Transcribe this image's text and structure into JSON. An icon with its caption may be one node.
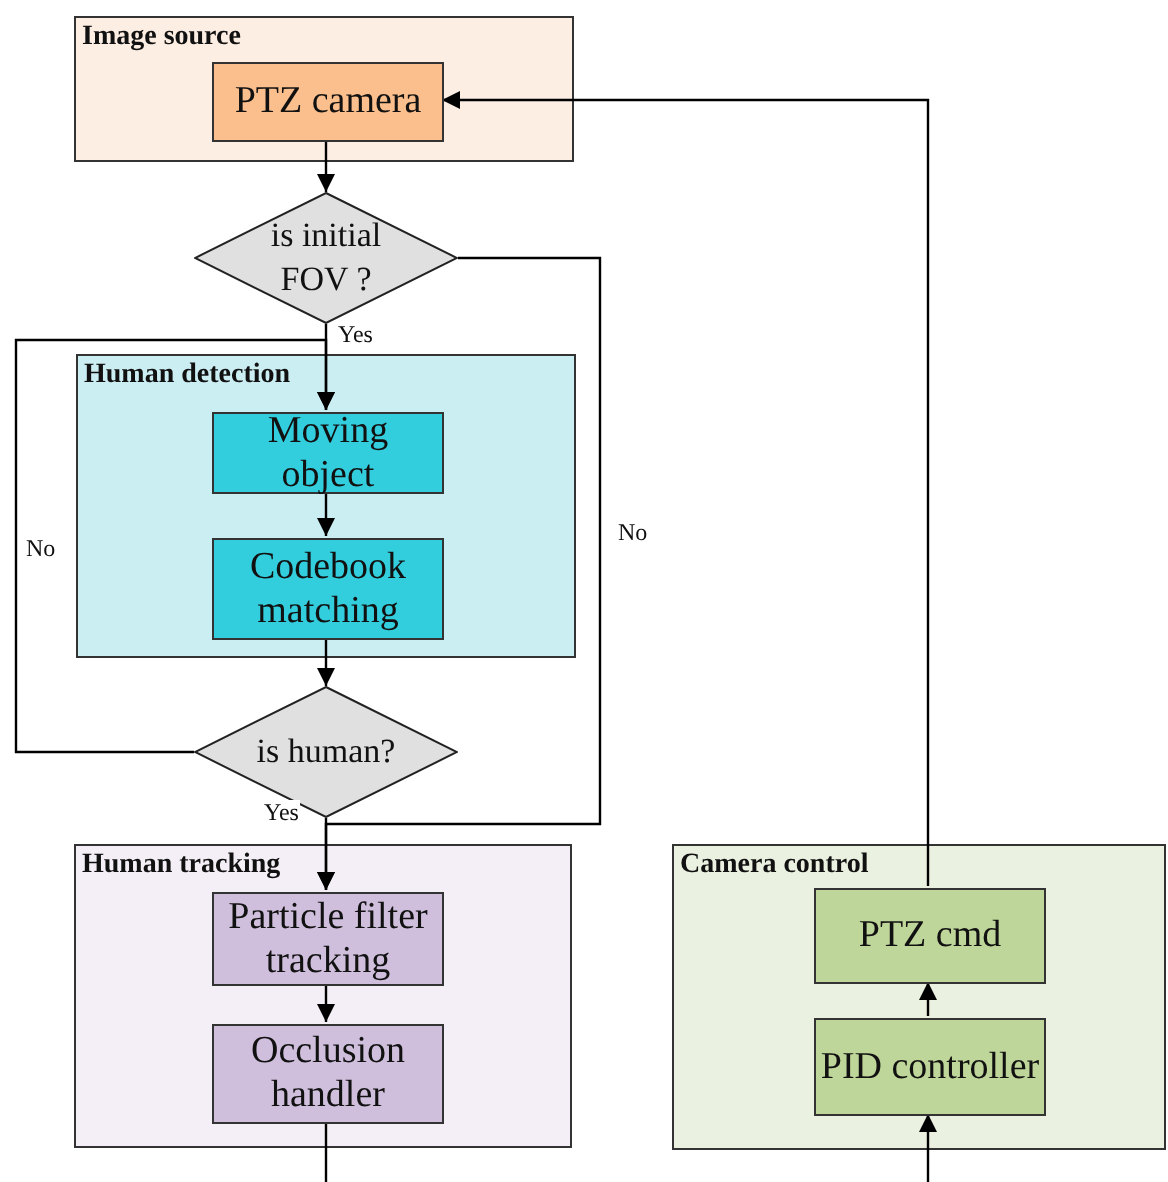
{
  "diagram": {
    "nodes": [
      {
        "text": [
          "Image source"
        ]
      },
      {
        "text": [
          "PTZ camera"
        ],
        "in": 0
      },
      {
        "text": [
          "is initial FOV ?"
        ]
      },
      {
        "text": [
          "Human detection"
        ]
      },
      {
        "text": [
          "Moving object"
        ],
        "in": 3
      },
      {
        "text": [
          "Codebook matching"
        ],
        "in": 3
      },
      {
        "text": [
          "is human?"
        ]
      },
      {
        "text": [
          "Human tracking"
        ]
      },
      {
        "text": [
          "Particle filter tracking"
        ],
        "in": 7
      },
      {
        "text": [
          "Occlusion handler"
        ],
        "in": 7
      },
      {
        "text": [
          "Camera control"
        ]
      },
      {
        "text": [
          "PTZ cmd"
        ],
        "in": 10
      },
      {
        "text": [
          "PID controller"
        ],
        "in": 10
      }
    ],
    "edges": [
      {
        "from": 1,
        "to": 2,
        "arrow": "to"
      },
      {
        "from": 2,
        "to": 4,
        "arrow": "to",
        "label": "Yes"
      },
      {
        "from": 4,
        "to": 5,
        "arrow": "to"
      },
      {
        "from": 5,
        "to": 6,
        "arrow": "to"
      },
      {
        "from": 6,
        "to": 4,
        "arrow": "to",
        "label": "No"
      },
      {
        "from": 6,
        "to": 8,
        "arrow": "to",
        "label": "Yes"
      },
      {
        "from": 2,
        "to": 8,
        "arrow": "to",
        "label": "No"
      },
      {
        "from": 8,
        "to": 9,
        "arrow": "to"
      },
      {
        "from": 9,
        "to": null,
        "arrow": "none"
      },
      {
        "from": null,
        "to": 12,
        "arrow": "to"
      },
      {
        "from": 12,
        "to": 11,
        "arrow": "to"
      },
      {
        "from": 11,
        "to": 1,
        "arrow": "to"
      }
    ]
  }
}
